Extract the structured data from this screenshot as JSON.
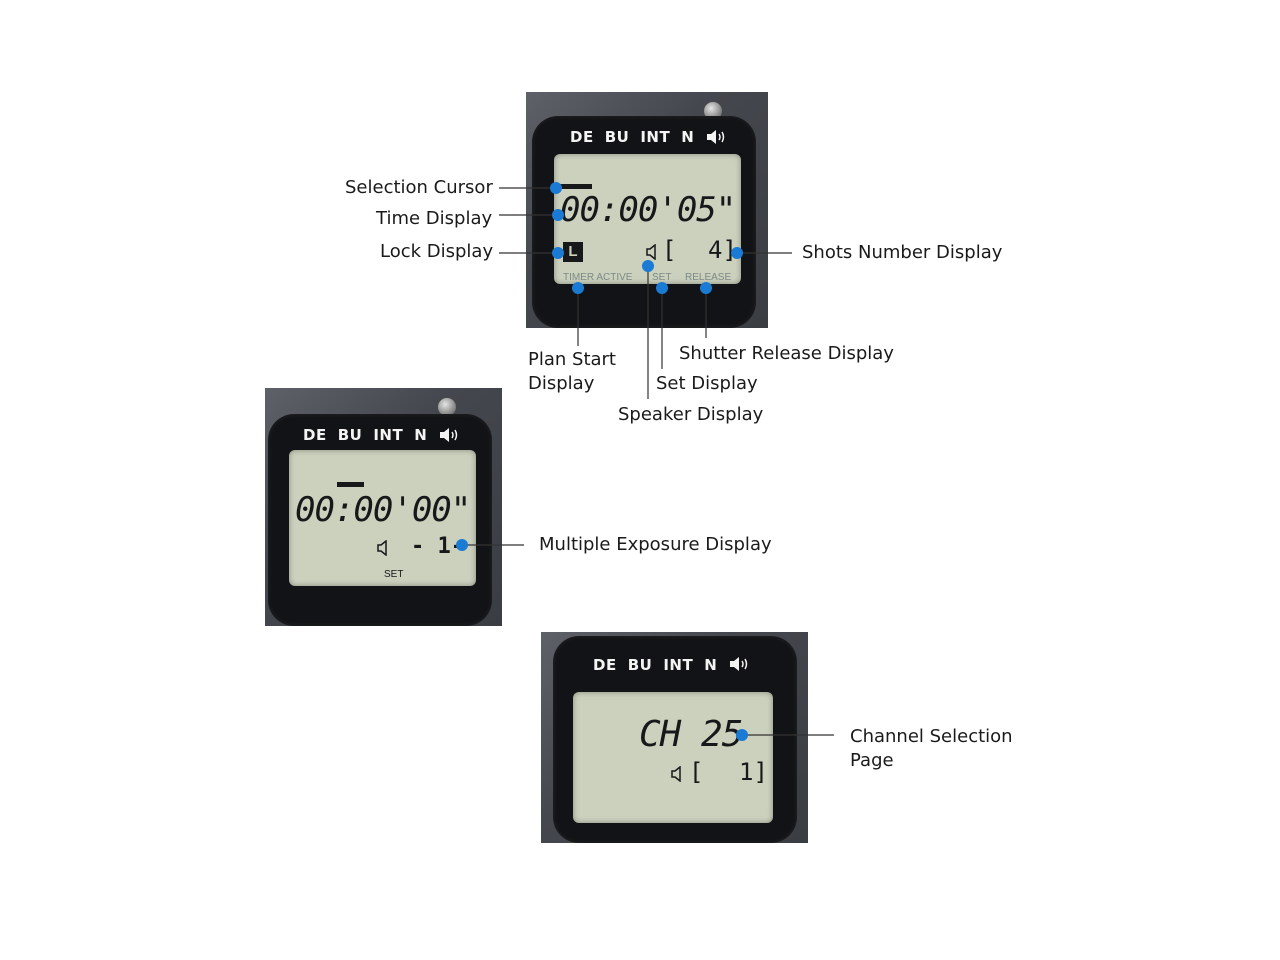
{
  "modes": [
    "DE",
    "BU",
    "INT",
    "N"
  ],
  "panel1": {
    "time": "00:00'05\"",
    "lock": "L",
    "bracket": "[",
    "shots": "4]",
    "timer_active": "TIMER ACTIVE",
    "set": "SET",
    "release": "RELEASE"
  },
  "panel2": {
    "time": "00:00'00\"",
    "multi": "- 1-",
    "set": "SET"
  },
  "panel3": {
    "channel": "CH 25",
    "bracket": "[",
    "value": "1]"
  },
  "labels": {
    "selection_cursor": "Selection Cursor",
    "time_display": "Time Display",
    "lock_display": "Lock Display",
    "shots_number_display": "Shots Number Display",
    "plan_start_line1": "Plan Start",
    "plan_start_line2": "Display",
    "shutter_release_display": "Shutter Release Display",
    "set_display": "Set Display",
    "speaker_display": "Speaker Display",
    "multiple_exposure_display": "Multiple Exposure Display",
    "channel_selection_line1": "Channel Selection",
    "channel_selection_line2": "Page"
  },
  "colors": {
    "callout_dot": "#1a7ad4",
    "lcd_background": "#cbd1bd",
    "leader_line": "#333333"
  }
}
